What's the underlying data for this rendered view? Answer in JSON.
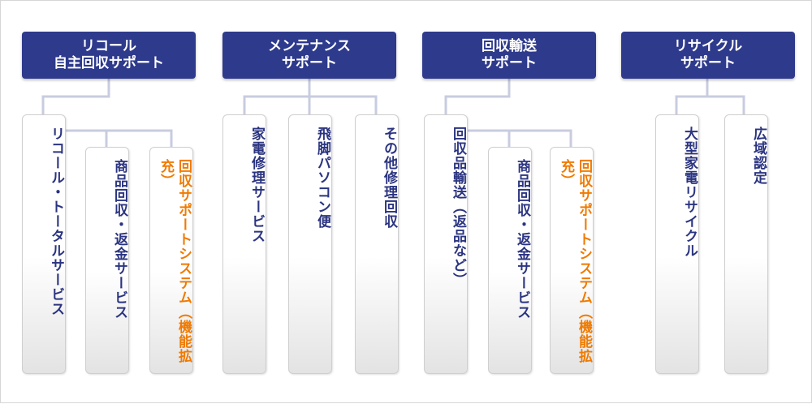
{
  "colors": {
    "header_bg": "#2e3a8c",
    "text_blue": "#2b3480",
    "text_orange": "#f07a00",
    "connector": "#c8cce0"
  },
  "groups": [
    {
      "title": [
        "リコール",
        "自主回収サポート"
      ],
      "items": [
        "リコール・トータルサービス",
        "商品回収・返金サービス",
        "回収サポートシステム（機能拡充）"
      ]
    },
    {
      "title": [
        "メンテナンス",
        "サポート"
      ],
      "items": [
        "家電修理サービス",
        "飛脚パソコン便",
        "その他修理回収"
      ]
    },
    {
      "title": [
        "回収輸送",
        "サポート"
      ],
      "items": [
        "回収品輸送（返品など）",
        "商品回収・返金サービス",
        "回収サポートシステム（機能拡充）"
      ]
    },
    {
      "title": [
        "リサイクル",
        "サポート"
      ],
      "items": [
        "大型家電リサイクル",
        "広域認定"
      ]
    }
  ]
}
